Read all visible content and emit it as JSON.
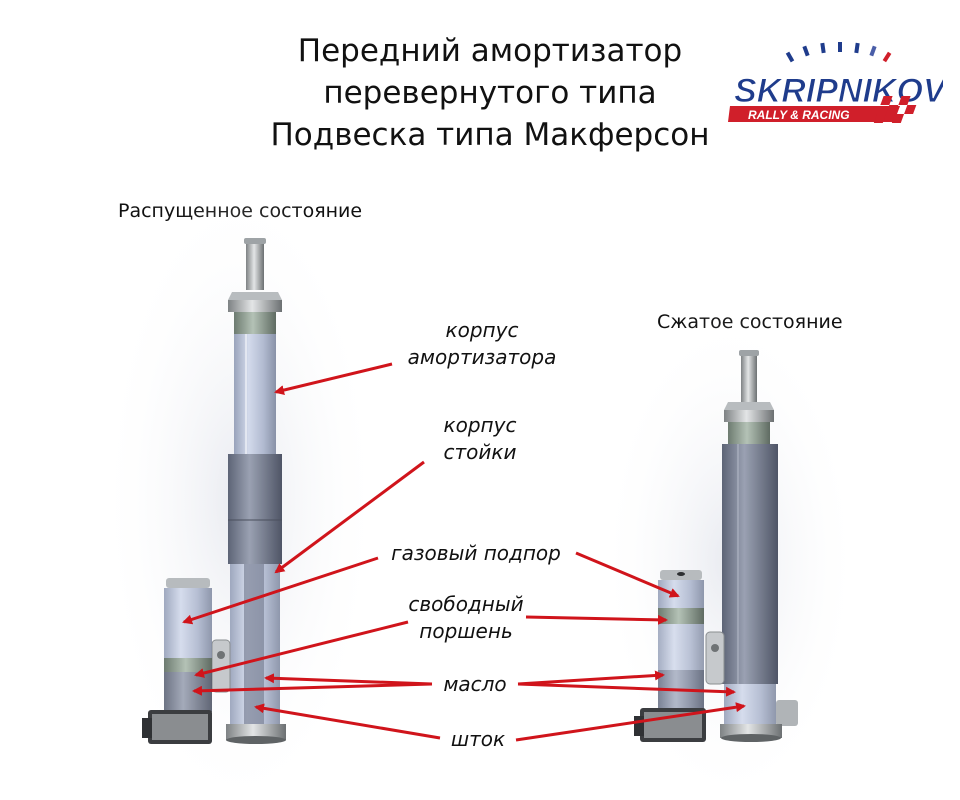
{
  "title": {
    "line1": "Передний амортизатор",
    "line2": "перевернутого типа",
    "line3": "Подвеска типа Макферсон"
  },
  "logo": {
    "brand": "SKRIPNIKOV",
    "tagline": "RALLY & RACING",
    "colors": {
      "blue": "#1f3c8c",
      "red": "#d01f2a",
      "tick_blue": "#1f3c8c"
    }
  },
  "states": {
    "extended": "Распущенное состояние",
    "compressed": "Сжатое состояние"
  },
  "callouts": {
    "shock_body": {
      "line1": "корпус",
      "line2": "амортизатора"
    },
    "strut_body": {
      "line1": "корпус",
      "line2": "стойки"
    },
    "gas": "газовый подпор",
    "piston": {
      "line1": "свободный",
      "line2": "поршень"
    },
    "oil": "масло",
    "rod": "шток"
  },
  "colors": {
    "arrow": "#d0141b"
  }
}
